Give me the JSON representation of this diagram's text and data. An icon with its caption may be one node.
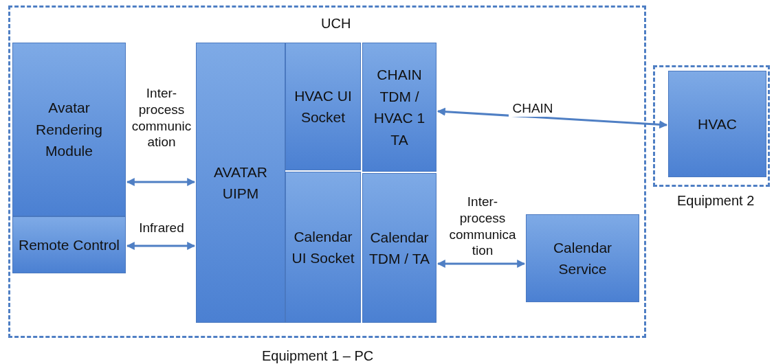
{
  "diagram": {
    "nodes": [
      {
        "text": [
          "UCH",
          "Equipment 1 – PC"
        ]
      },
      {
        "text": [
          "Avatar Rendering Module"
        ],
        "in": 0
      },
      {
        "text": [
          "Remote Control"
        ],
        "in": 0
      },
      {
        "text": [
          "AVATAR UIPM"
        ],
        "in": 0
      },
      {
        "text": [
          "HVAC UI Socket"
        ],
        "in": 0
      },
      {
        "text": [
          "Calendar UI Socket"
        ],
        "in": 0
      },
      {
        "text": [
          "CHAIN TDM / HVAC 1 TA"
        ],
        "in": 0
      },
      {
        "text": [
          "Calendar TDM / TA"
        ],
        "in": 0
      },
      {
        "text": [
          "Calendar Service"
        ],
        "in": 0
      },
      {
        "text": [
          "Equipment 2"
        ]
      },
      {
        "text": [
          "HVAC"
        ],
        "in": 9
      }
    ],
    "edges": [
      {
        "from": 1,
        "to": 3,
        "arrow": "both",
        "label": "Inter-process communication"
      },
      {
        "from": 2,
        "to": 3,
        "arrow": "both",
        "label": "Infrared"
      },
      {
        "from": 6,
        "to": 10,
        "arrow": "both",
        "label": "CHAIN"
      },
      {
        "from": 7,
        "to": 8,
        "arrow": "both",
        "label": "Inter-process communication"
      }
    ]
  }
}
